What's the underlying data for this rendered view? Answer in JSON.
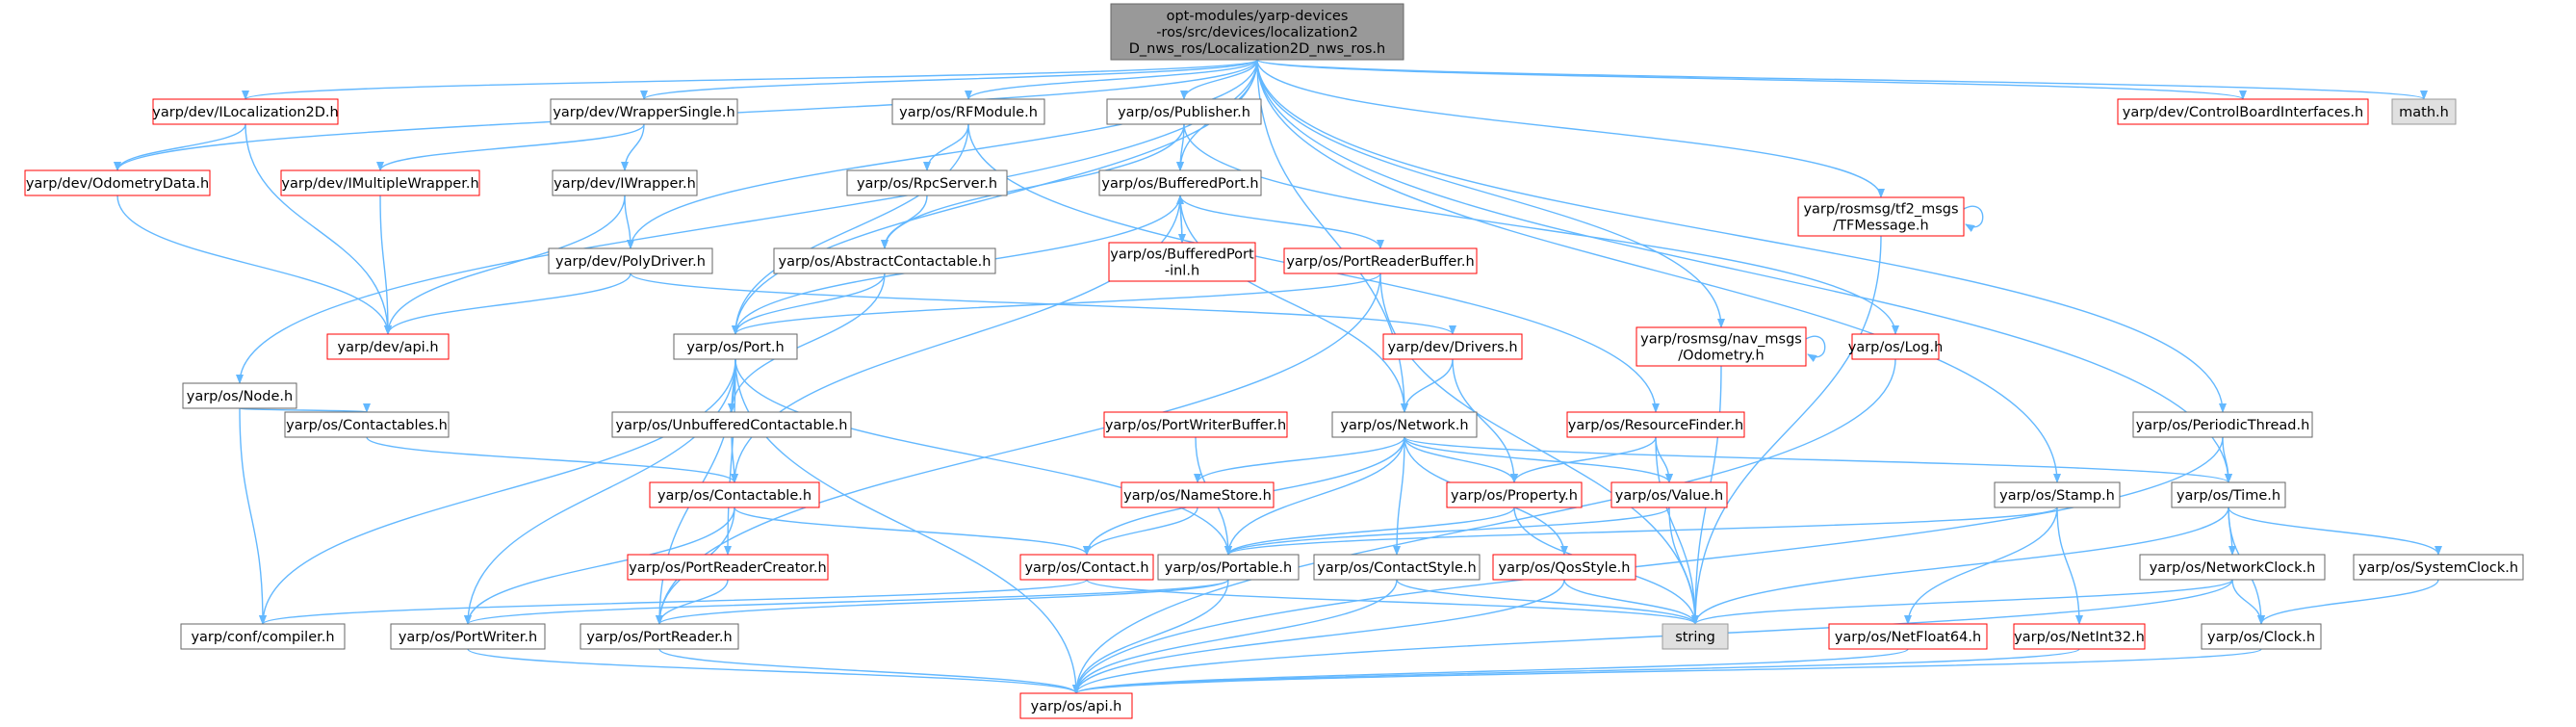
{
  "graph": {
    "root": "root",
    "colors": {
      "root_fill": "#999999",
      "node_fill": "#ffffff",
      "leaf_fill": "#e0e0e0",
      "border_normal": "#666666",
      "border_red": "#ff0000",
      "border_gray": "#999999",
      "edge": "#63b8ff"
    },
    "nodes": [
      {
        "id": "root",
        "lines": [
          "opt-modules/yarp-devices",
          "-ros/src/devices/localization2",
          "D_nws_ros/Localization2D_nws_ros.h"
        ],
        "style": "root"
      },
      {
        "id": "ILocalization2D",
        "lines": [
          "yarp/dev/ILocalization2D.h"
        ],
        "style": "red"
      },
      {
        "id": "WrapperSingle",
        "lines": [
          "yarp/dev/WrapperSingle.h"
        ],
        "style": "normal"
      },
      {
        "id": "RFModule",
        "lines": [
          "yarp/os/RFModule.h"
        ],
        "style": "normal"
      },
      {
        "id": "Publisher",
        "lines": [
          "yarp/os/Publisher.h"
        ],
        "style": "normal"
      },
      {
        "id": "ControlBoardInterfaces",
        "lines": [
          "yarp/dev/ControlBoardInterfaces.h"
        ],
        "style": "red"
      },
      {
        "id": "math",
        "lines": [
          "math.h"
        ],
        "style": "leaf"
      },
      {
        "id": "OdometryData",
        "lines": [
          "yarp/dev/OdometryData.h"
        ],
        "style": "red"
      },
      {
        "id": "IMultipleWrapper",
        "lines": [
          "yarp/dev/IMultipleWrapper.h"
        ],
        "style": "red"
      },
      {
        "id": "IWrapper",
        "lines": [
          "yarp/dev/IWrapper.h"
        ],
        "style": "normal"
      },
      {
        "id": "RpcServer",
        "lines": [
          "yarp/os/RpcServer.h"
        ],
        "style": "normal"
      },
      {
        "id": "BufferedPort",
        "lines": [
          "yarp/os/BufferedPort.h"
        ],
        "style": "normal"
      },
      {
        "id": "TFMessage",
        "lines": [
          "yarp/rosmsg/tf2_msgs",
          "/TFMessage.h"
        ],
        "style": "red"
      },
      {
        "id": "PolyDriver",
        "lines": [
          "yarp/dev/PolyDriver.h"
        ],
        "style": "normal"
      },
      {
        "id": "AbstractContactable",
        "lines": [
          "yarp/os/AbstractContactable.h"
        ],
        "style": "normal"
      },
      {
        "id": "BufferedPortInl",
        "lines": [
          "yarp/os/BufferedPort",
          "-inl.h"
        ],
        "style": "red"
      },
      {
        "id": "PortReaderBuffer",
        "lines": [
          "yarp/os/PortReaderBuffer.h"
        ],
        "style": "red"
      },
      {
        "id": "NavOdometry",
        "lines": [
          "yarp/rosmsg/nav_msgs",
          "/Odometry.h"
        ],
        "style": "red"
      },
      {
        "id": "Log",
        "lines": [
          "yarp/os/Log.h"
        ],
        "style": "red"
      },
      {
        "id": "Node",
        "lines": [
          "yarp/os/Node.h"
        ],
        "style": "normal"
      },
      {
        "id": "api_dev",
        "lines": [
          "yarp/dev/api.h"
        ],
        "style": "red"
      },
      {
        "id": "Port",
        "lines": [
          "yarp/os/Port.h"
        ],
        "style": "normal"
      },
      {
        "id": "Drivers",
        "lines": [
          "yarp/dev/Drivers.h"
        ],
        "style": "red"
      },
      {
        "id": "Contactables",
        "lines": [
          "yarp/os/Contactables.h"
        ],
        "style": "normal"
      },
      {
        "id": "UnbufferedContactable",
        "lines": [
          "yarp/os/UnbufferedContactable.h"
        ],
        "style": "normal"
      },
      {
        "id": "PortWriterBuffer",
        "lines": [
          "yarp/os/PortWriterBuffer.h"
        ],
        "style": "red"
      },
      {
        "id": "Network",
        "lines": [
          "yarp/os/Network.h"
        ],
        "style": "normal"
      },
      {
        "id": "ResourceFinder",
        "lines": [
          "yarp/os/ResourceFinder.h"
        ],
        "style": "red"
      },
      {
        "id": "PeriodicThread",
        "lines": [
          "yarp/os/PeriodicThread.h"
        ],
        "style": "normal"
      },
      {
        "id": "Contactable",
        "lines": [
          "yarp/os/Contactable.h"
        ],
        "style": "red"
      },
      {
        "id": "NameStore",
        "lines": [
          "yarp/os/NameStore.h"
        ],
        "style": "red"
      },
      {
        "id": "Property",
        "lines": [
          "yarp/os/Property.h"
        ],
        "style": "red"
      },
      {
        "id": "Value",
        "lines": [
          "yarp/os/Value.h"
        ],
        "style": "red"
      },
      {
        "id": "Stamp",
        "lines": [
          "yarp/os/Stamp.h"
        ],
        "style": "normal"
      },
      {
        "id": "Time",
        "lines": [
          "yarp/os/Time.h"
        ],
        "style": "normal"
      },
      {
        "id": "PortReaderCreator",
        "lines": [
          "yarp/os/PortReaderCreator.h"
        ],
        "style": "red"
      },
      {
        "id": "Contact",
        "lines": [
          "yarp/os/Contact.h"
        ],
        "style": "red"
      },
      {
        "id": "Portable",
        "lines": [
          "yarp/os/Portable.h"
        ],
        "style": "normal"
      },
      {
        "id": "ContactStyle",
        "lines": [
          "yarp/os/ContactStyle.h"
        ],
        "style": "normal"
      },
      {
        "id": "QosStyle",
        "lines": [
          "yarp/os/QosStyle.h"
        ],
        "style": "red"
      },
      {
        "id": "NetworkClock",
        "lines": [
          "yarp/os/NetworkClock.h"
        ],
        "style": "normal"
      },
      {
        "id": "SystemClock",
        "lines": [
          "yarp/os/SystemClock.h"
        ],
        "style": "normal"
      },
      {
        "id": "compiler",
        "lines": [
          "yarp/conf/compiler.h"
        ],
        "style": "normal"
      },
      {
        "id": "PortWriter",
        "lines": [
          "yarp/os/PortWriter.h"
        ],
        "style": "normal"
      },
      {
        "id": "PortReader",
        "lines": [
          "yarp/os/PortReader.h"
        ],
        "style": "normal"
      },
      {
        "id": "string",
        "lines": [
          "string"
        ],
        "style": "leaf"
      },
      {
        "id": "NetFloat64",
        "lines": [
          "yarp/os/NetFloat64.h"
        ],
        "style": "red"
      },
      {
        "id": "NetInt32",
        "lines": [
          "yarp/os/NetInt32.h"
        ],
        "style": "red"
      },
      {
        "id": "Clock",
        "lines": [
          "yarp/os/Clock.h"
        ],
        "style": "normal"
      },
      {
        "id": "api_os",
        "lines": [
          "yarp/os/api.h"
        ],
        "style": "red"
      }
    ],
    "edges": [
      [
        "root",
        "ILocalization2D"
      ],
      [
        "root",
        "WrapperSingle"
      ],
      [
        "root",
        "RFModule"
      ],
      [
        "root",
        "Publisher"
      ],
      [
        "root",
        "ControlBoardInterfaces"
      ],
      [
        "root",
        "math"
      ],
      [
        "root",
        "OdometryData"
      ],
      [
        "root",
        "BufferedPort"
      ],
      [
        "root",
        "TFMessage"
      ],
      [
        "root",
        "PolyDriver"
      ],
      [
        "root",
        "NavOdometry"
      ],
      [
        "root",
        "Node"
      ],
      [
        "root",
        "Port"
      ],
      [
        "root",
        "Network"
      ],
      [
        "root",
        "PeriodicThread"
      ],
      [
        "root",
        "Stamp"
      ],
      [
        "root",
        "Time"
      ],
      [
        "ILocalization2D",
        "OdometryData"
      ],
      [
        "ILocalization2D",
        "api_dev"
      ],
      [
        "WrapperSingle",
        "IMultipleWrapper"
      ],
      [
        "WrapperSingle",
        "IWrapper"
      ],
      [
        "IMultipleWrapper",
        "api_dev"
      ],
      [
        "IWrapper",
        "PolyDriver"
      ],
      [
        "IWrapper",
        "api_dev"
      ],
      [
        "OdometryData",
        "api_dev"
      ],
      [
        "PolyDriver",
        "api_dev"
      ],
      [
        "PolyDriver",
        "Drivers"
      ],
      [
        "RFModule",
        "RpcServer"
      ],
      [
        "RFModule",
        "Port"
      ],
      [
        "RFModule",
        "ResourceFinder"
      ],
      [
        "RpcServer",
        "AbstractContactable"
      ],
      [
        "Publisher",
        "BufferedPort"
      ],
      [
        "Publisher",
        "AbstractContactable"
      ],
      [
        "Publisher",
        "Log"
      ],
      [
        "BufferedPort",
        "BufferedPortInl"
      ],
      [
        "BufferedPortInl",
        "BufferedPort"
      ],
      [
        "BufferedPort",
        "PortReaderBuffer"
      ],
      [
        "BufferedPort",
        "Port"
      ],
      [
        "BufferedPort",
        "Contactable"
      ],
      [
        "BufferedPort",
        "Network"
      ],
      [
        "AbstractContactable",
        "Port"
      ],
      [
        "AbstractContactable",
        "UnbufferedContactable"
      ],
      [
        "PortReaderBuffer",
        "Port"
      ],
      [
        "PortReaderBuffer",
        "PortReader"
      ],
      [
        "PortReaderBuffer",
        "string"
      ],
      [
        "TFMessage",
        "TFMessage"
      ],
      [
        "TFMessage",
        "string"
      ],
      [
        "NavOdometry",
        "NavOdometry"
      ],
      [
        "NavOdometry",
        "string"
      ],
      [
        "Log",
        "api_os"
      ],
      [
        "Node",
        "Contactables"
      ],
      [
        "Node",
        "compiler"
      ],
      [
        "Contactables",
        "Contactable"
      ],
      [
        "Port",
        "UnbufferedContactable"
      ],
      [
        "Port",
        "PortReaderCreator"
      ],
      [
        "Port",
        "Portable"
      ],
      [
        "Port",
        "PortReader"
      ],
      [
        "Port",
        "PortWriter"
      ],
      [
        "Port",
        "compiler"
      ],
      [
        "Port",
        "api_os"
      ],
      [
        "UnbufferedContactable",
        "Contactable"
      ],
      [
        "Drivers",
        "Network"
      ],
      [
        "Drivers",
        "Property"
      ],
      [
        "PortWriterBuffer",
        "Portable"
      ],
      [
        "Network",
        "NameStore"
      ],
      [
        "Network",
        "Contact"
      ],
      [
        "Network",
        "Property"
      ],
      [
        "Network",
        "Value"
      ],
      [
        "Network",
        "Portable"
      ],
      [
        "Network",
        "ContactStyle"
      ],
      [
        "Network",
        "QosStyle"
      ],
      [
        "Network",
        "Time"
      ],
      [
        "ResourceFinder",
        "Property"
      ],
      [
        "ResourceFinder",
        "Value"
      ],
      [
        "ResourceFinder",
        "string"
      ],
      [
        "PeriodicThread",
        "Time"
      ],
      [
        "PeriodicThread",
        "api_os"
      ],
      [
        "Contactable",
        "Contact"
      ],
      [
        "Contactable",
        "PortWriter"
      ],
      [
        "Contactable",
        "PortReader"
      ],
      [
        "NameStore",
        "Contact"
      ],
      [
        "Property",
        "Portable"
      ],
      [
        "Property",
        "string"
      ],
      [
        "Value",
        "Portable"
      ],
      [
        "Value",
        "string"
      ],
      [
        "Stamp",
        "Portable"
      ],
      [
        "Stamp",
        "NetFloat64"
      ],
      [
        "Stamp",
        "NetInt32"
      ],
      [
        "Time",
        "string"
      ],
      [
        "Time",
        "NetworkClock"
      ],
      [
        "Time",
        "SystemClock"
      ],
      [
        "Time",
        "Clock"
      ],
      [
        "PortReaderCreator",
        "PortReader"
      ],
      [
        "Contact",
        "compiler"
      ],
      [
        "Contact",
        "string"
      ],
      [
        "Portable",
        "PortReader"
      ],
      [
        "Portable",
        "PortWriter"
      ],
      [
        "Portable",
        "api_os"
      ],
      [
        "ContactStyle",
        "string"
      ],
      [
        "ContactStyle",
        "api_os"
      ],
      [
        "QosStyle",
        "string"
      ],
      [
        "QosStyle",
        "api_os"
      ],
      [
        "NetworkClock",
        "Clock"
      ],
      [
        "NetworkClock",
        "string"
      ],
      [
        "NetworkClock",
        "api_os"
      ],
      [
        "SystemClock",
        "Clock"
      ],
      [
        "Clock",
        "api_os"
      ],
      [
        "PortWriter",
        "api_os"
      ],
      [
        "PortReader",
        "api_os"
      ],
      [
        "NetFloat64",
        "api_os"
      ],
      [
        "NetInt32",
        "api_os"
      ]
    ]
  }
}
